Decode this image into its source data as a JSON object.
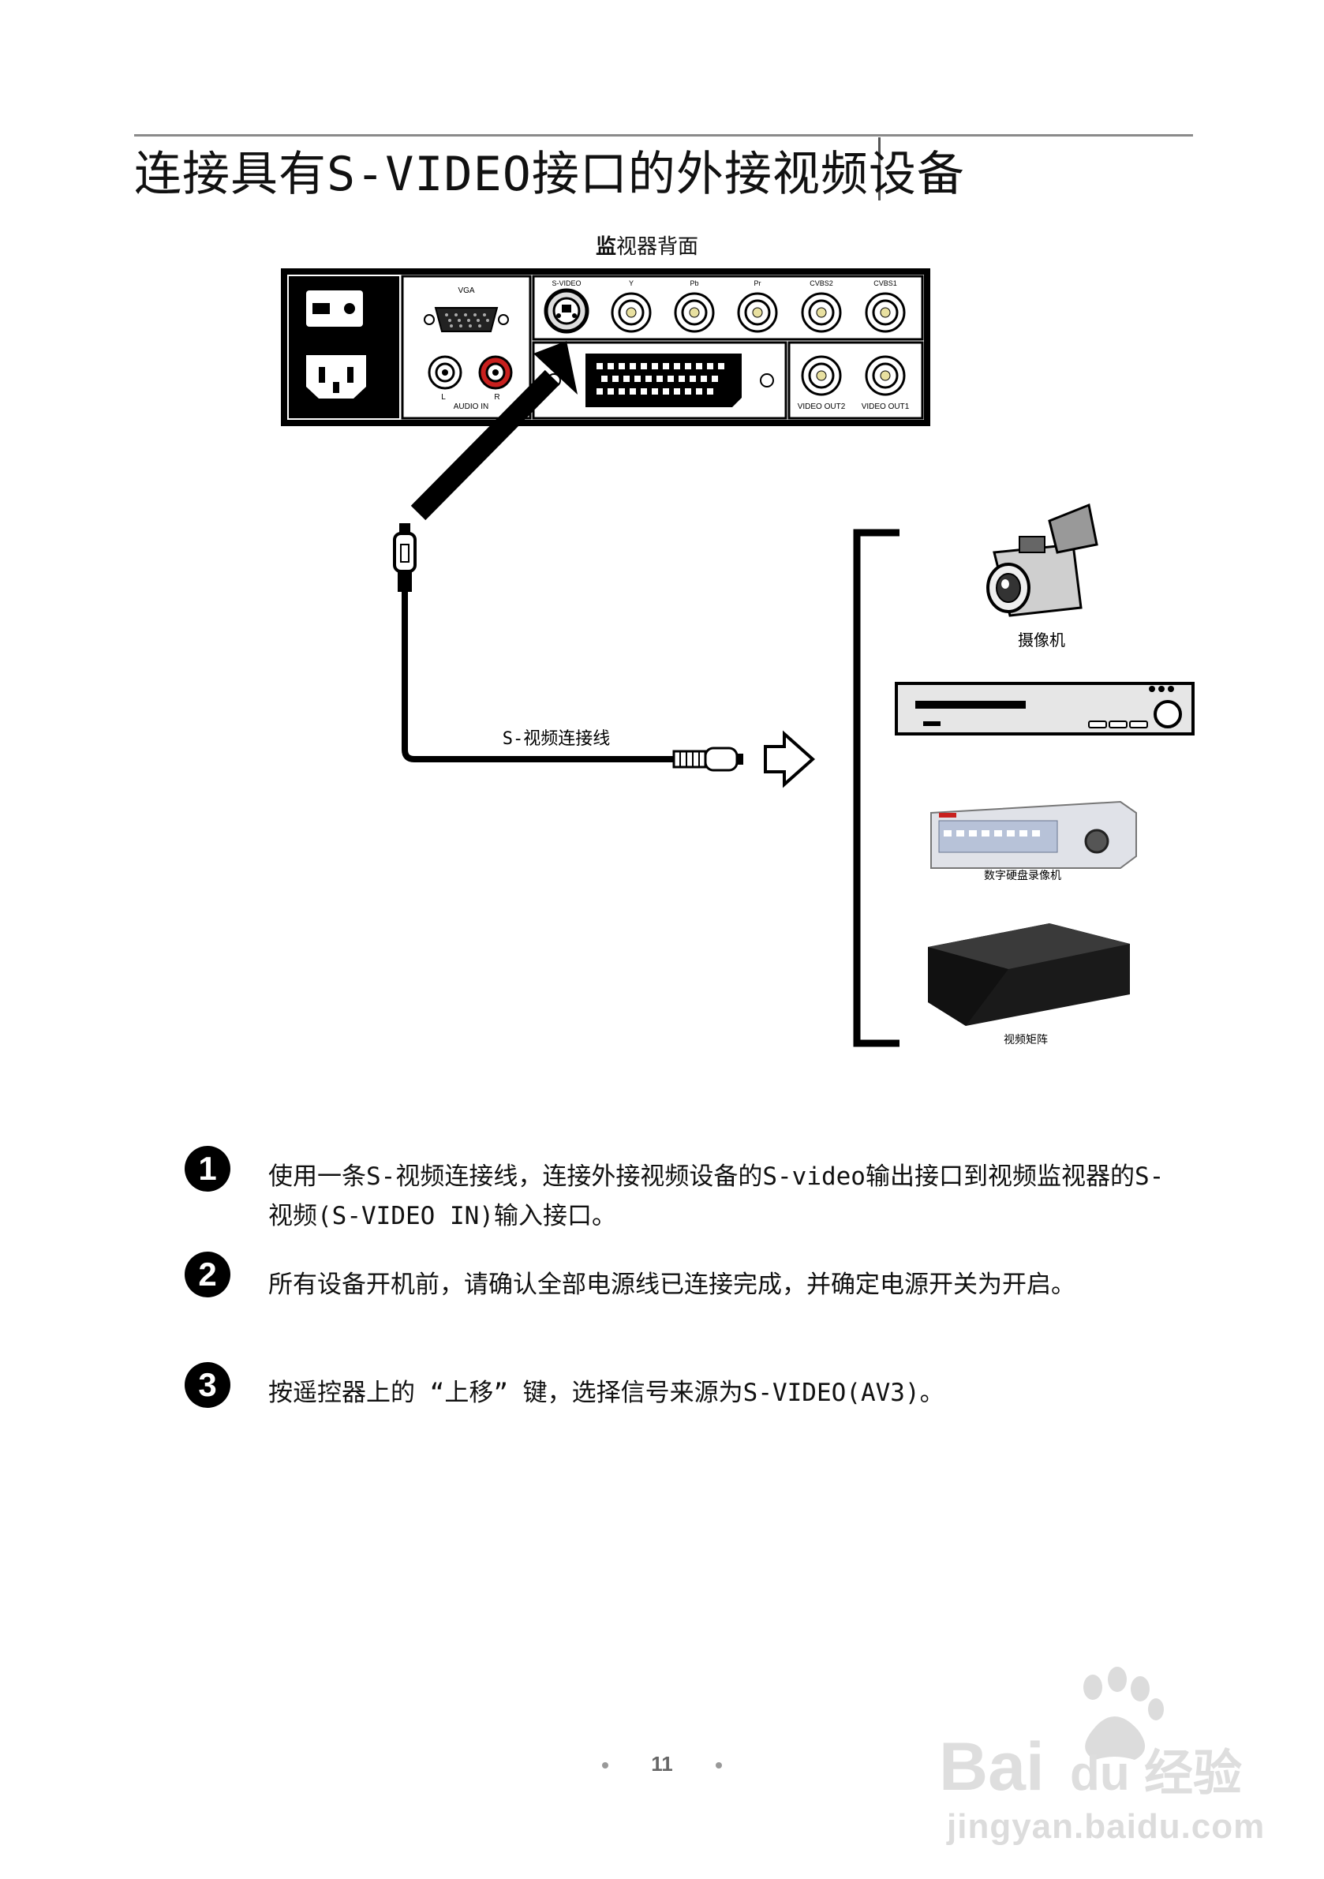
{
  "title": "连接具有S-VIDEO接口的外接视频设备",
  "panel_caption_bold": "监",
  "panel_caption_rest": "视器背面",
  "panel_labels": {
    "vga": "VGA",
    "svideo": "S-VIDEO",
    "y": "Y",
    "pb": "Pb",
    "pr": "Pr",
    "cvbs2": "CVBS2",
    "cvbs1": "CVBS1",
    "audio_l": "L",
    "audio_r": "R",
    "audio_in": "AUDIO IN",
    "video_out2": "VIDEO OUT2",
    "video_out1": "VIDEO OUT1"
  },
  "cable_label": "S-视频连接线",
  "devices": {
    "camcorder": "摄像机",
    "dvr": "数字硬盘录像机",
    "matrix": "视频矩阵"
  },
  "steps": [
    {
      "num": "1",
      "text": "使用一条S-视频连接线，连接外接视频设备的S-video输出接口到视频监视器的S-视频(S-VIDEO IN)输入接口。"
    },
    {
      "num": "2",
      "text": "所有设备开机前，请确认全部电源线已连接完成，并确定电源开关为开启。"
    },
    {
      "num": "3",
      "text": "按遥控器上的 “上移” 键，选择信号来源为S-VIDEO(AV3)。"
    }
  ],
  "page_number": "11",
  "watermark": {
    "brand": "Bai",
    "brand2": "du",
    "brand_cn": "经验",
    "url": "jingyan.baidu.com"
  },
  "colors": {
    "rule": "#8a8a8a",
    "audio_r": "#c8201e",
    "bnc_center": "#e8e0a0"
  }
}
